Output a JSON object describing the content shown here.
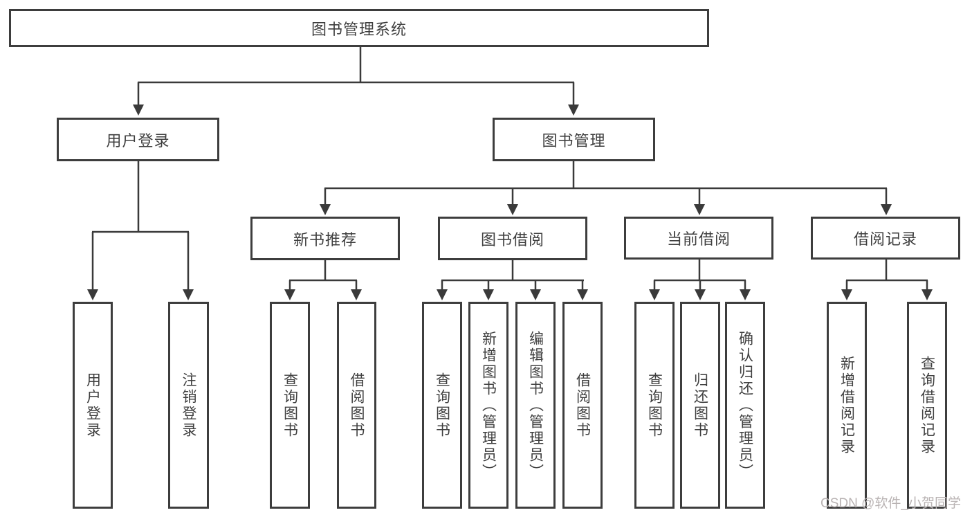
{
  "diagram": {
    "title_box": "图书管理系统",
    "level2": {
      "user_login": "用户登录",
      "book_mgmt": "图书管理"
    },
    "level3": {
      "new_recommend": "新书推荐",
      "book_borrow": "图书借阅",
      "current_borrow": "当前借阅",
      "borrow_records": "借阅记录"
    },
    "leaves": {
      "user_login": [
        "用户登录",
        "注销登录"
      ],
      "new_recommend": [
        "查询图书",
        "借阅图书"
      ],
      "book_borrow": [
        "查询图书",
        "新增图书（管理员）",
        "编辑图书（管理员）",
        "借阅图书"
      ],
      "current_borrow": [
        "查询图书",
        "归还图书",
        "确认归还（管理员）"
      ],
      "borrow_records": [
        "新增借阅记录",
        "查询借阅记录"
      ]
    }
  },
  "watermark": {
    "text": "CSDN @软件_小贺同学"
  },
  "colors": {
    "line": "#3a3a3a",
    "box_border": "#3d3d3d",
    "text": "#3f3f3f",
    "watermark": "#b9b3b3",
    "background": "#ffffff"
  }
}
